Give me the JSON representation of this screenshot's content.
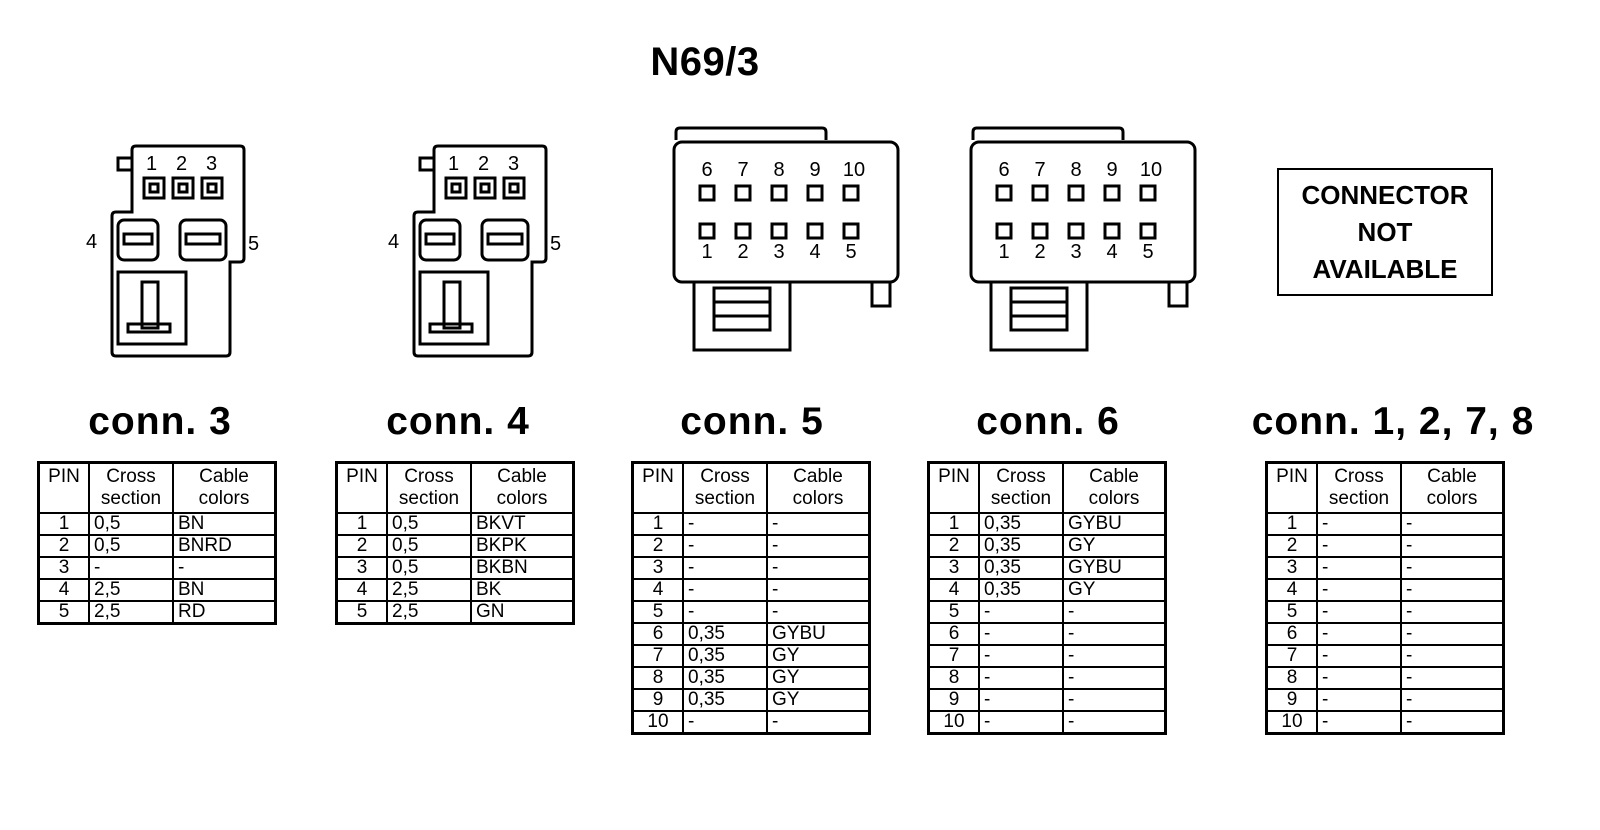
{
  "title": "N69/3",
  "not_available_lines": [
    "CONNECTOR",
    "NOT",
    "AVAILABLE"
  ],
  "table_headers": {
    "pin": "PIN",
    "cross_line1": "Cross",
    "cross_line2": "section",
    "cable_line1": "Cable",
    "cable_line2": "colors"
  },
  "small_connector_pins": {
    "p1": "1",
    "p2": "2",
    "p3": "3",
    "p4": "4",
    "p5": "5"
  },
  "large_connector_pins": {
    "top": [
      "6",
      "7",
      "8",
      "9",
      "10"
    ],
    "bottom": [
      "1",
      "2",
      "3",
      "4",
      "5"
    ]
  },
  "connectors": [
    {
      "label": "conn. 3",
      "rows": [
        {
          "pin": "1",
          "cross": "0,5",
          "color": "BN"
        },
        {
          "pin": "2",
          "cross": "0,5",
          "color": "BNRD"
        },
        {
          "pin": "3",
          "cross": "-",
          "color": "-"
        },
        {
          "pin": "4",
          "cross": "2,5",
          "color": "BN"
        },
        {
          "pin": "5",
          "cross": "2,5",
          "color": "RD"
        }
      ]
    },
    {
      "label": "conn. 4",
      "rows": [
        {
          "pin": "1",
          "cross": "0,5",
          "color": "BKVT"
        },
        {
          "pin": "2",
          "cross": "0,5",
          "color": "BKPK"
        },
        {
          "pin": "3",
          "cross": "0,5",
          "color": "BKBN"
        },
        {
          "pin": "4",
          "cross": "2,5",
          "color": "BK"
        },
        {
          "pin": "5",
          "cross": "2,5",
          "color": "GN"
        }
      ]
    },
    {
      "label": "conn. 5",
      "rows": [
        {
          "pin": "1",
          "cross": "-",
          "color": "-"
        },
        {
          "pin": "2",
          "cross": "-",
          "color": "-"
        },
        {
          "pin": "3",
          "cross": "-",
          "color": "-"
        },
        {
          "pin": "4",
          "cross": "-",
          "color": "-"
        },
        {
          "pin": "5",
          "cross": "-",
          "color": "-"
        },
        {
          "pin": "6",
          "cross": "0,35",
          "color": "GYBU"
        },
        {
          "pin": "7",
          "cross": "0,35",
          "color": "GY"
        },
        {
          "pin": "8",
          "cross": "0,35",
          "color": "GY"
        },
        {
          "pin": "9",
          "cross": "0,35",
          "color": "GY"
        },
        {
          "pin": "10",
          "cross": "-",
          "color": "-"
        }
      ]
    },
    {
      "label": "conn. 6",
      "rows": [
        {
          "pin": "1",
          "cross": "0,35",
          "color": "GYBU"
        },
        {
          "pin": "2",
          "cross": "0,35",
          "color": "GY"
        },
        {
          "pin": "3",
          "cross": "0,35",
          "color": "GYBU"
        },
        {
          "pin": "4",
          "cross": "0,35",
          "color": "GY"
        },
        {
          "pin": "5",
          "cross": "-",
          "color": "-"
        },
        {
          "pin": "6",
          "cross": "-",
          "color": "-"
        },
        {
          "pin": "7",
          "cross": "-",
          "color": "-"
        },
        {
          "pin": "8",
          "cross": "-",
          "color": "-"
        },
        {
          "pin": "9",
          "cross": "-",
          "color": "-"
        },
        {
          "pin": "10",
          "cross": "-",
          "color": "-"
        }
      ]
    },
    {
      "label": "conn. 1, 2, 7, 8",
      "rows": [
        {
          "pin": "1",
          "cross": "-",
          "color": "-"
        },
        {
          "pin": "2",
          "cross": "-",
          "color": "-"
        },
        {
          "pin": "3",
          "cross": "-",
          "color": "-"
        },
        {
          "pin": "4",
          "cross": "-",
          "color": "-"
        },
        {
          "pin": "5",
          "cross": "-",
          "color": "-"
        },
        {
          "pin": "6",
          "cross": "-",
          "color": "-"
        },
        {
          "pin": "7",
          "cross": "-",
          "color": "-"
        },
        {
          "pin": "8",
          "cross": "-",
          "color": "-"
        },
        {
          "pin": "9",
          "cross": "-",
          "color": "-"
        },
        {
          "pin": "10",
          "cross": "-",
          "color": "-"
        }
      ]
    }
  ]
}
